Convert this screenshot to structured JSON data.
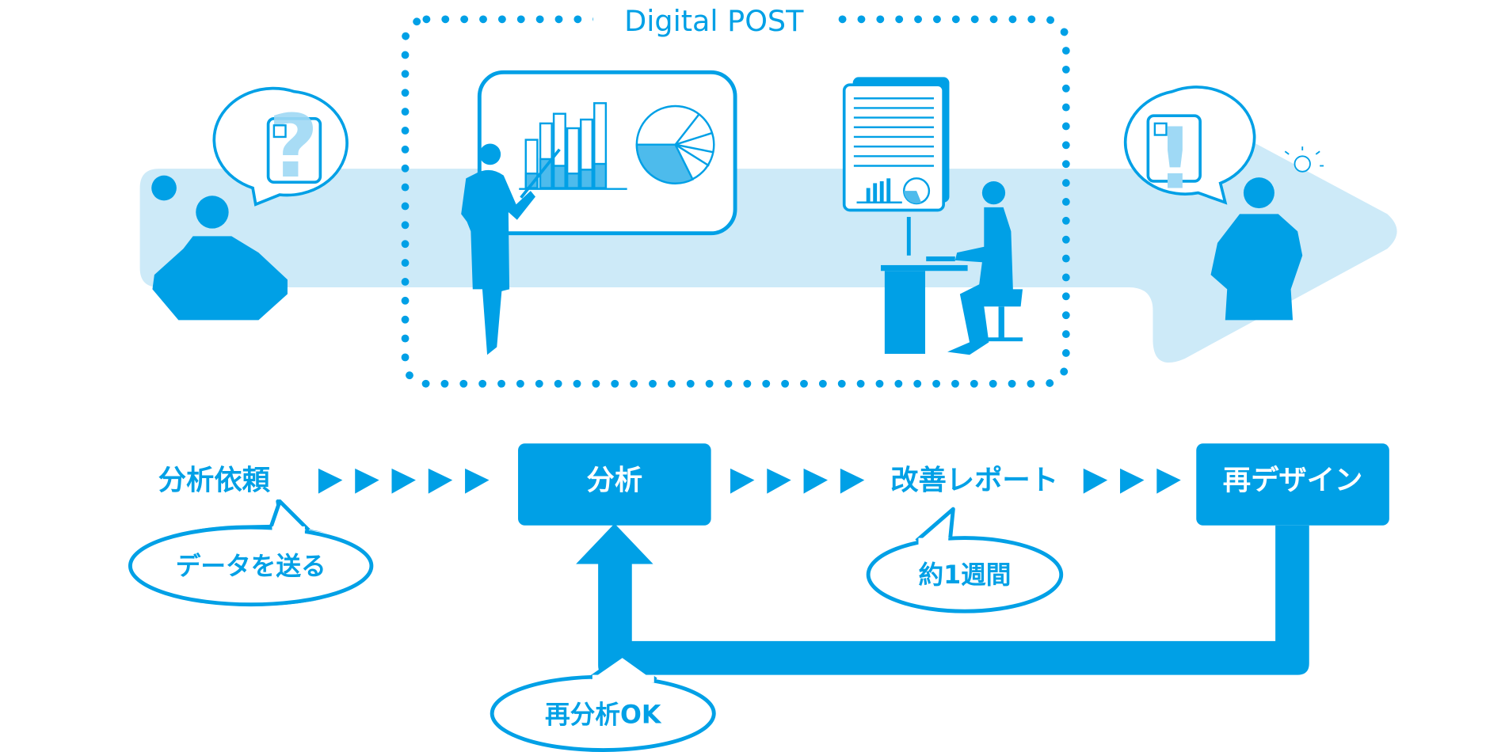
{
  "title": "Digital POST",
  "colors": {
    "primary": "#00a0e6",
    "light": "#cdeaf8",
    "mid": "#4dbbec"
  },
  "icons": {
    "question": "?",
    "exclamation": "!"
  },
  "flow": {
    "step1": "分析依頼",
    "step2": "分析",
    "step3": "改善レポート",
    "step4": "再デザイン"
  },
  "callouts": {
    "send_data": "データを送る",
    "one_week": "約1週間",
    "reanalysis": "再分析OK"
  }
}
